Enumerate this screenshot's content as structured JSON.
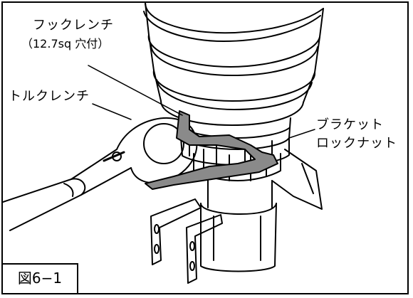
{
  "labels": {
    "hook_wrench": "フックレンチ",
    "hook_wrench_note": "（12.7sq 穴付）",
    "torque_wrench": "トルクレンチ",
    "bracket": "ブラケット",
    "lock_nut": "ロックナット"
  },
  "figure_label": "図6−1"
}
